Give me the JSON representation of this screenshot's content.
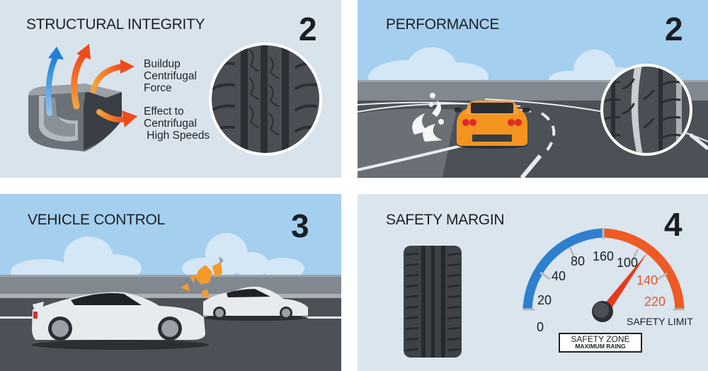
{
  "panels": [
    {
      "id": "structural-integrity",
      "title": "STRUCTURAL INTEGRITY",
      "number": "2",
      "labels": {
        "buildup": "Buildup\nCentrifugal\nForce",
        "effect": "Effect to\nCentrifugal\n High Speeds"
      },
      "icons": [
        "tire-cross-section-icon",
        "heat-arrow-blue-icon",
        "heat-arrow-orange-icon",
        "tread-magnifier-icon"
      ]
    },
    {
      "id": "performance",
      "title": "PERFORMANCE",
      "number": "2",
      "icons": [
        "orange-sports-car-rear-icon",
        "tire-smoke-icon",
        "tread-magnifier-icon"
      ]
    },
    {
      "id": "vehicle-control",
      "title": "VEHICLE CONTROL",
      "number": "3",
      "icons": [
        "white-sports-car-icon",
        "debris-explosion-icon",
        "white-sports-car-icon"
      ]
    },
    {
      "id": "safety-margin",
      "title": "SAFETY MARGIN",
      "number": "4",
      "gauge": {
        "ticks_blue": [
          "0",
          "20",
          "40",
          "80",
          "160"
        ],
        "ticks_red": [
          "100",
          "140",
          "220"
        ],
        "safety_limit_label": "SAFETY LIMIT",
        "zone_title": "SAFETY ZONE",
        "zone_subtitle": "MAXIMUM RAING",
        "colors": {
          "safe": "#2e7fd0",
          "limit": "#ee5a24",
          "needle": "#e83a1a"
        }
      },
      "icons": [
        "tire-tread-icon",
        "speedometer-gauge-icon"
      ]
    }
  ]
}
